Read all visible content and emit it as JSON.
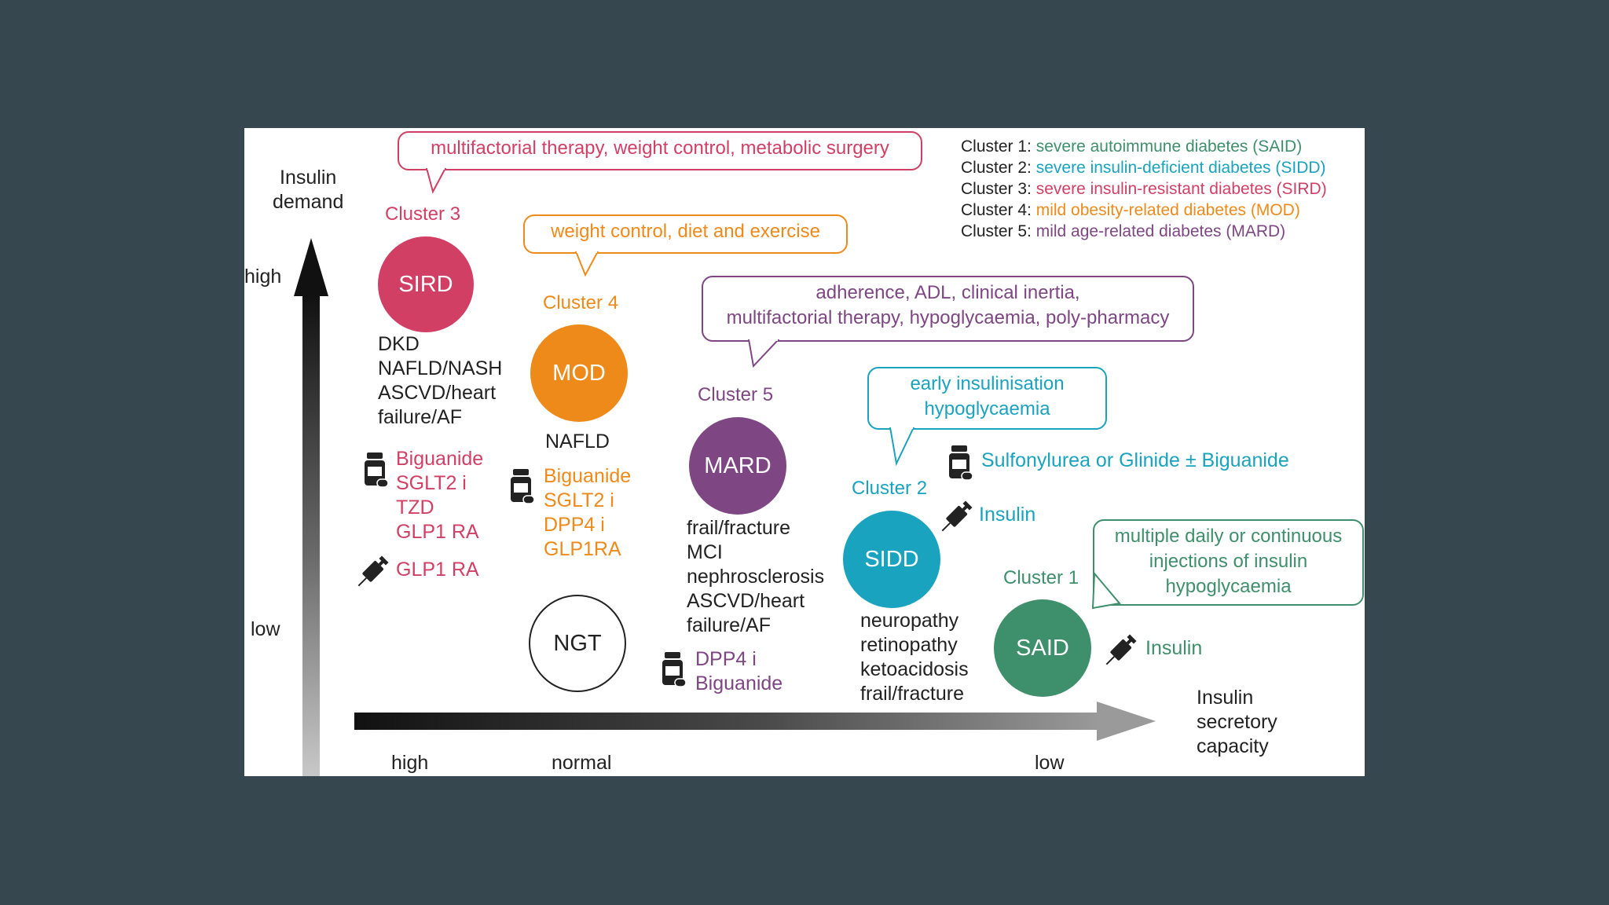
{
  "axes": {
    "y_title_line1": "Insulin",
    "y_title_line2": "demand",
    "y_high": "high",
    "y_low": "low",
    "x_title_line1": "Insulin",
    "x_title_line2": "secretory",
    "x_title_line3": "capacity",
    "x_high": "high",
    "x_normal": "normal",
    "x_low": "low"
  },
  "legend": [
    {
      "key": "Cluster 1:",
      "desc": "severe autoimmune diabetes (SAID)",
      "color": "#3e8f6b"
    },
    {
      "key": "Cluster 2:",
      "desc": "severe insulin-deficient diabetes (SIDD)",
      "color": "#1aa3bf"
    },
    {
      "key": "Cluster 3:",
      "desc": "severe insulin-resistant diabetes (SIRD)",
      "color": "#d13f65"
    },
    {
      "key": "Cluster 4:",
      "desc": "mild obesity-related diabetes (MOD)",
      "color": "#ee8a1a"
    },
    {
      "key": "Cluster 5:",
      "desc": "mild age-related diabetes (MARD)",
      "color": "#7e4683"
    }
  ],
  "bubbles": {
    "sird": "multifactorial therapy, weight control, metabolic surgery",
    "mod": "weight control, diet and exercise",
    "mard_line1": "adherence, ADL, clinical inertia,",
    "mard_line2": "multifactorial therapy, hypoglycaemia, poly-pharmacy",
    "sidd_line1": "early insulinisation",
    "sidd_line2": "hypoglycaemia",
    "said_line1": "multiple daily or continuous",
    "said_line2": "injections of insulin",
    "said_line3": "hypoglycaemia"
  },
  "clusters": {
    "sird": {
      "label": "Cluster 3",
      "abbr": "SIRD",
      "color": "#d13f65",
      "comorbidities": [
        "DKD",
        "NAFLD/NASH",
        "ASCVD/heart",
        "failure/AF"
      ],
      "oral_drugs": [
        "Biguanide",
        "SGLT2 i",
        "TZD",
        "GLP1 RA"
      ],
      "injectable": "GLP1 RA"
    },
    "mod": {
      "label": "Cluster 4",
      "abbr": "MOD",
      "color": "#ee8a1a",
      "comorbidities": [
        "NAFLD"
      ],
      "oral_drugs": [
        "Biguanide",
        "SGLT2 i",
        "DPP4 i",
        "GLP1RA"
      ]
    },
    "mard": {
      "label": "Cluster 5",
      "abbr": "MARD",
      "color": "#7e4683",
      "comorbidities": [
        "frail/fracture",
        "MCI",
        "nephrosclerosis",
        "ASCVD/heart",
        "failure/AF"
      ],
      "oral_drugs": [
        "DPP4 i",
        "Biguanide"
      ]
    },
    "sidd": {
      "label": "Cluster 2",
      "abbr": "SIDD",
      "color": "#1aa3bf",
      "comorbidities": [
        "neuropathy",
        "retinopathy",
        "ketoacidosis",
        "frail/fracture"
      ],
      "oral_drugs": "Sulfonylurea or Glinide ± Biguanide",
      "injectable": "Insulin"
    },
    "said": {
      "label": "Cluster 1",
      "abbr": "SAID",
      "color": "#3e8f6b",
      "injectable": "Insulin"
    },
    "ngt": {
      "abbr": "NGT"
    }
  },
  "icons": {
    "pill": "pill-bottle-icon",
    "syringe": "syringe-icon"
  }
}
